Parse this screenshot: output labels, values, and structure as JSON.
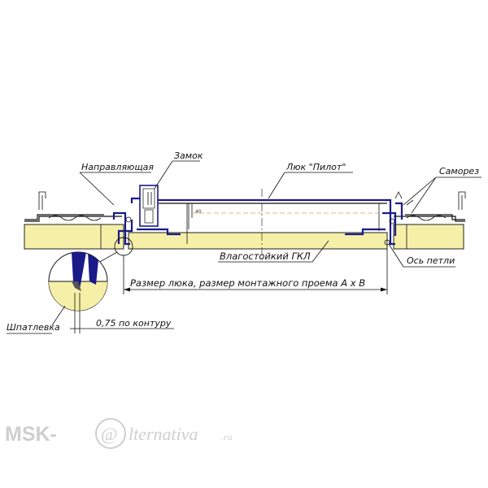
{
  "labels": {
    "guide": "Направляющая",
    "lock": "Замок",
    "hatch": "Люк \"Пилот\"",
    "screw": "Саморез",
    "gkl": "Влагостойкий ГКЛ",
    "hinge_axis": "Ось петли",
    "size": "Размер люка, размер монтажного проема A x B",
    "putty": "Шпатлевка",
    "contour": "0,75 по контуру",
    "dim_40": "40"
  },
  "watermark": {
    "brand": "MSK-",
    "at_sign": "@",
    "tail": "lternativa",
    "domain": ".ru"
  },
  "colors": {
    "board_fill": "#f6efa8",
    "profile": "#1a1a8a",
    "line": "#111111",
    "watermark": "#cfcfcf"
  }
}
